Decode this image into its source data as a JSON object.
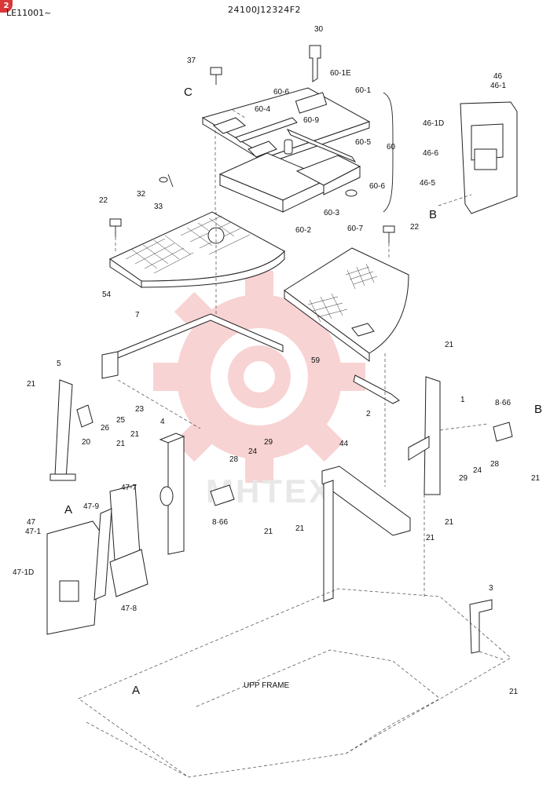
{
  "header": {
    "serial": "LE11001~",
    "drawing_number": "24100J12324F2",
    "badge": "2"
  },
  "watermark": {
    "text": "MHTEX",
    "color": "#e23b3b"
  },
  "frame_label": "UPP FRAME",
  "view_markers": [
    "A",
    "B",
    "C"
  ],
  "callouts": {
    "p30": "30",
    "p37": "37",
    "p60_1e": "60-1E",
    "p60_1": "60-1",
    "p60_6a": "60-6",
    "p60_9": "60-9",
    "p60_4": "60-4",
    "p60_5": "60-5",
    "p60": "60",
    "p60_6b": "60-6",
    "p32": "32",
    "p33": "33",
    "p60_3": "60-3",
    "p60_2": "60-2",
    "p60_7": "60-7",
    "p22a": "22",
    "p22b": "22",
    "p54": "54",
    "p46": "46",
    "p46_1": "46-1",
    "p46_1d": "46-1D",
    "p46_6": "46-6",
    "p46_5": "46-5",
    "p7": "7",
    "p59": "59",
    "p5": "5",
    "p21a": "21",
    "p23": "23",
    "p26": "26",
    "p25": "25",
    "p20": "20",
    "p21b": "21",
    "p21c": "21",
    "p4": "4",
    "p29a": "29",
    "p28a": "28",
    "p24a": "24",
    "p866a": "8·66",
    "p21d": "21",
    "p44": "44",
    "p21e": "21",
    "p2": "2",
    "p1": "1",
    "p866b": "8·66",
    "p29b": "29",
    "p24b": "24",
    "p28b": "28",
    "p21f": "21",
    "p21g": "21",
    "p47_7": "47-7",
    "p47_9": "47-9",
    "p47": "47",
    "p47_1": "47-1",
    "p47_1d": "47-1D",
    "p47_8": "47-8",
    "p21h": "21",
    "p3": "3",
    "p21i": "21",
    "p21j": "21"
  }
}
